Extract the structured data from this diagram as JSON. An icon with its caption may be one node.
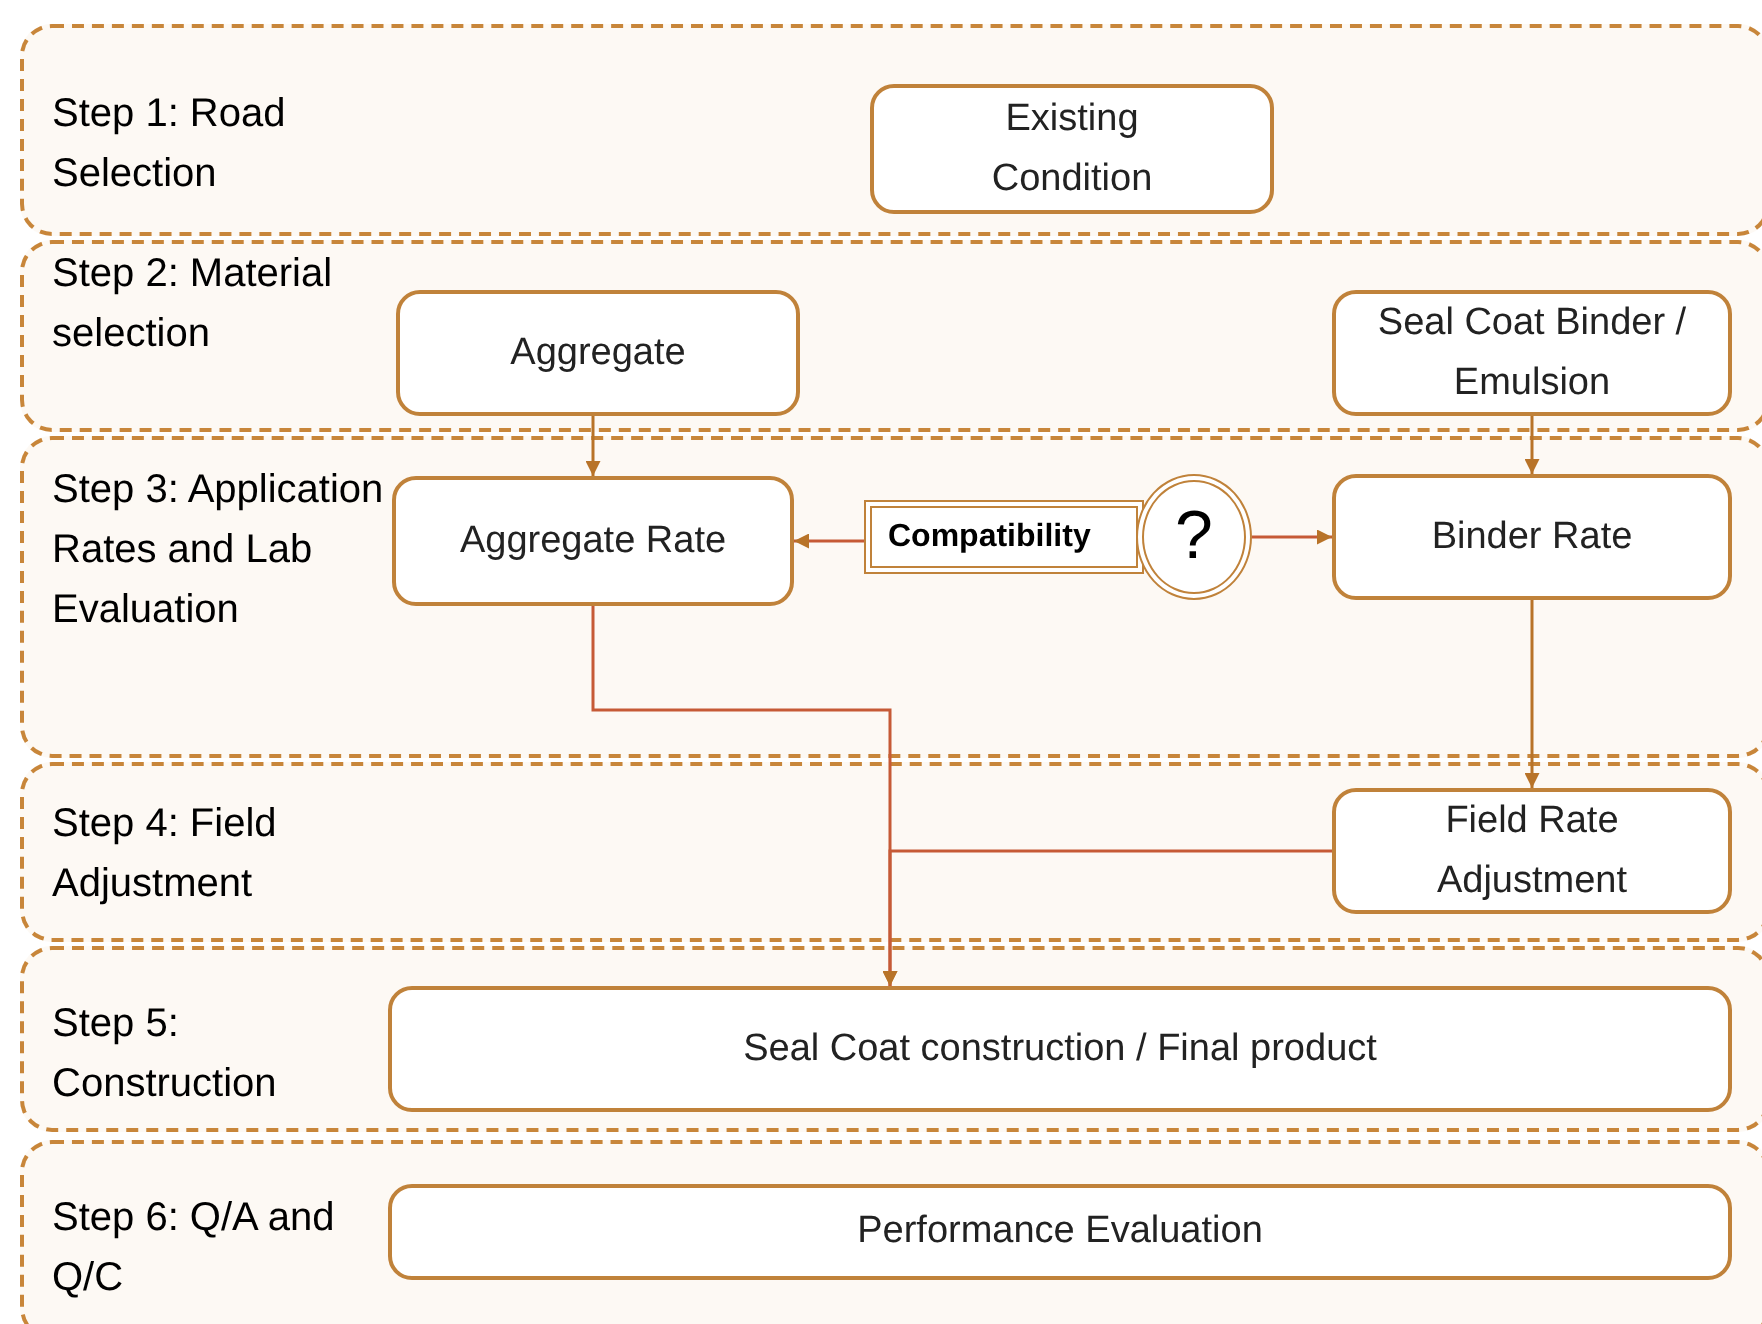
{
  "diagram": {
    "nodes": [
      {
        "text": [
          "Step 1: Road Selection"
        ]
      },
      {
        "text": [
          "Existing Condition"
        ],
        "in": 0
      },
      {
        "text": [
          "Step 2: Material selection"
        ]
      },
      {
        "text": [
          "Aggregate"
        ],
        "in": 2
      },
      {
        "text": [
          "Seal Coat Binder / Emulsion"
        ],
        "in": 2
      },
      {
        "text": [
          "Step 3: Application Rates and Lab Evaluation"
        ]
      },
      {
        "text": [
          "Aggregate Rate"
        ],
        "in": 5
      },
      {
        "text": [
          "Compatibility"
        ],
        "in": 5
      },
      {
        "text": [
          "?"
        ],
        "in": 5
      },
      {
        "text": [
          "Binder Rate"
        ],
        "in": 5
      },
      {
        "text": [
          "Step 4: Field Adjustment"
        ]
      },
      {
        "text": [
          "Field Rate Adjustment"
        ],
        "in": 10
      },
      {
        "text": [
          "Step 5: Construction"
        ]
      },
      {
        "text": [
          "Seal Coat construction / Final product"
        ],
        "in": 12
      },
      {
        "text": [
          "Step 6: Q/A and Q/C"
        ]
      },
      {
        "text": [
          "Performance Evaluation"
        ],
        "in": 14
      }
    ],
    "edges": [
      {
        "from": 3,
        "to": 6,
        "arrow": "to"
      },
      {
        "from": 4,
        "to": 9,
        "arrow": "to"
      },
      {
        "from": 7,
        "to": 6,
        "arrow": "to",
        "color": "#c65a36"
      },
      {
        "from": 8,
        "to": 9,
        "arrow": "to",
        "color": "#c65a36"
      },
      {
        "from": 9,
        "to": 11,
        "arrow": "to"
      },
      {
        "from": 6,
        "to": 13,
        "arrow": "to",
        "color": "#c65a36"
      },
      {
        "from": 11,
        "to": 13,
        "arrow": "to",
        "color": "#c65a36"
      }
    ]
  }
}
